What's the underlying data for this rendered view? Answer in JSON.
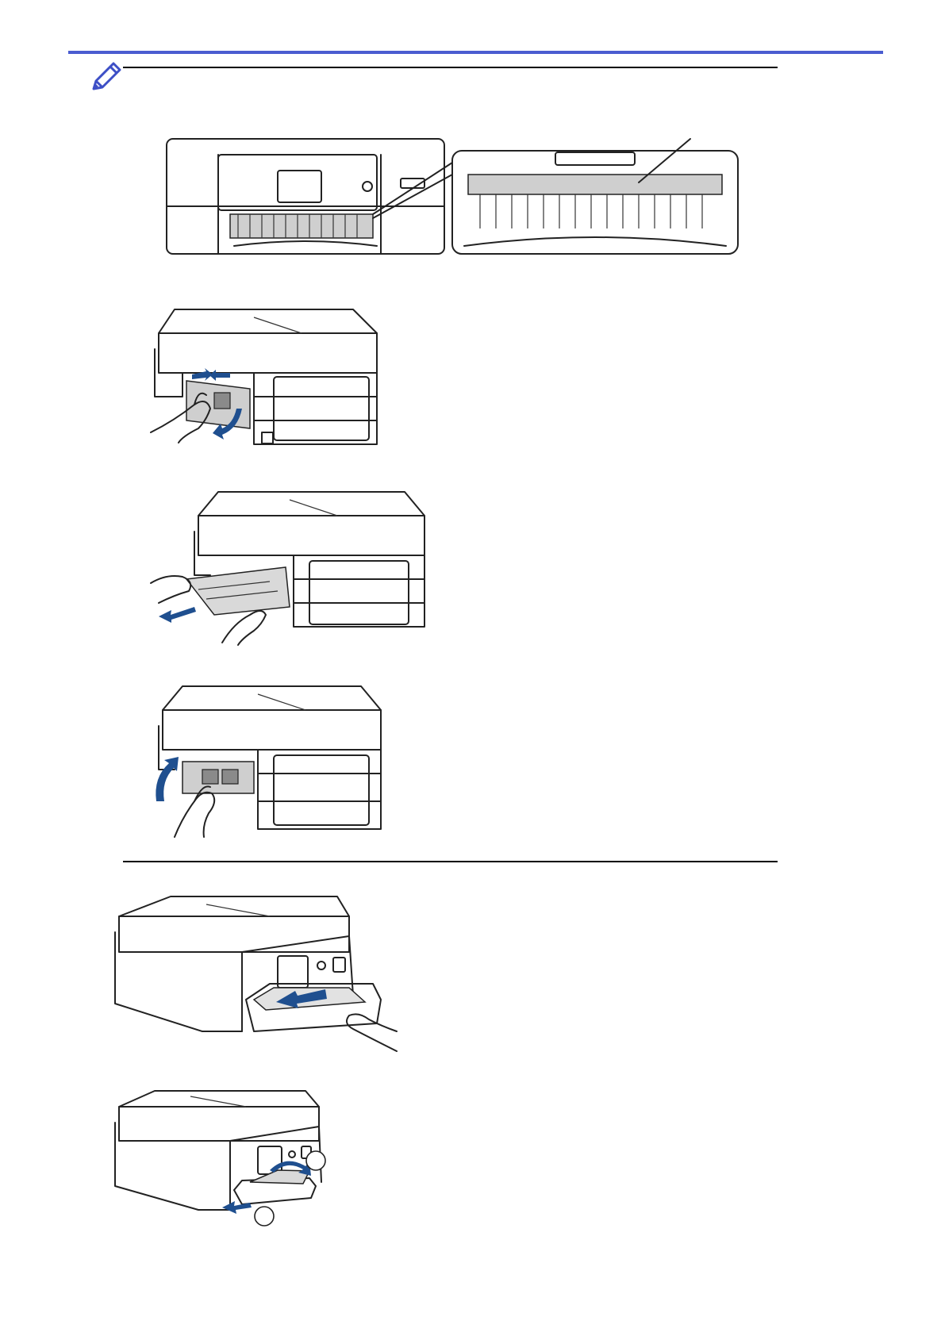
{
  "colors": {
    "header_rule": "#4a5cd0",
    "note_icon": "#3d4fc6",
    "arrow": "#1f4f8f"
  },
  "icons": {
    "note": "pencil-icon"
  },
  "figures": [
    "printer-front-jam-area-detail",
    "printer-back-open-jam-clear-cover",
    "printer-back-pull-out-jammed-paper",
    "printer-back-close-jam-clear-cover",
    "printer-front-push-paper-tray-in",
    "printer-front-pull-out-paper-support-unfold-flap"
  ],
  "callouts": {
    "figure6": [
      "",
      ""
    ]
  }
}
